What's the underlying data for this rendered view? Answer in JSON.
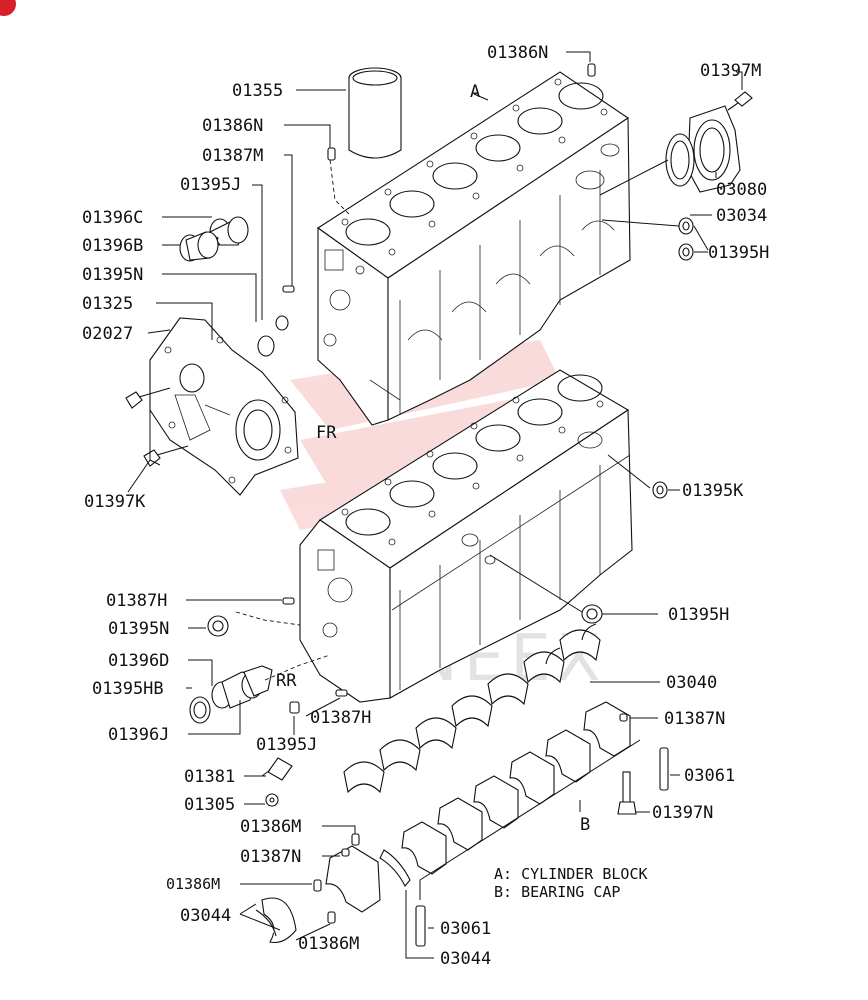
{
  "labels": {
    "p01386N_top": "01386N",
    "p01397M": "01397M",
    "p01355": "01355",
    "letter_a": "A",
    "p01386N_mid": "01386N",
    "p01387M": "01387M",
    "p01395J_top": "01395J",
    "p03080": "03080",
    "p03034": "03034",
    "p01396C": "01396C",
    "p01396B": "01396B",
    "p01395H_top": "01395H",
    "p01395N_top": "01395N",
    "p01325": "01325",
    "p02027": "02027",
    "fr": "FR",
    "p01397K": "01397K",
    "p01395K": "01395K",
    "p01387H_left": "01387H",
    "p01395H_mid": "01395H",
    "p01395N_mid": "01395N",
    "p03040": "03040",
    "p01396D": "01396D",
    "rr": "RR",
    "p01395HB": "01395HB",
    "p01387H_mid": "01387H",
    "p01387N_right": "01387N",
    "p01396J": "01396J",
    "p01395J_bot": "01395J",
    "p03061_right": "03061",
    "p01381": "01381",
    "p01305": "01305",
    "p01397N": "01397N",
    "p01386M_a": "01386M",
    "letter_b": "B",
    "p01387N_left": "01387N",
    "legend_a": "A: CYLINDER BLOCK",
    "legend_b": "B: BEARING CAP",
    "p01386M_b": "01386M",
    "p03044_left": "03044",
    "p03061_bot": "03061",
    "p01386M_c": "01386M",
    "p03044_bot": "03044"
  },
  "watermark": "YANEEX",
  "colors": {
    "ink": "#111111",
    "watermark": "#e23b3b",
    "badge": "#d8202a"
  }
}
